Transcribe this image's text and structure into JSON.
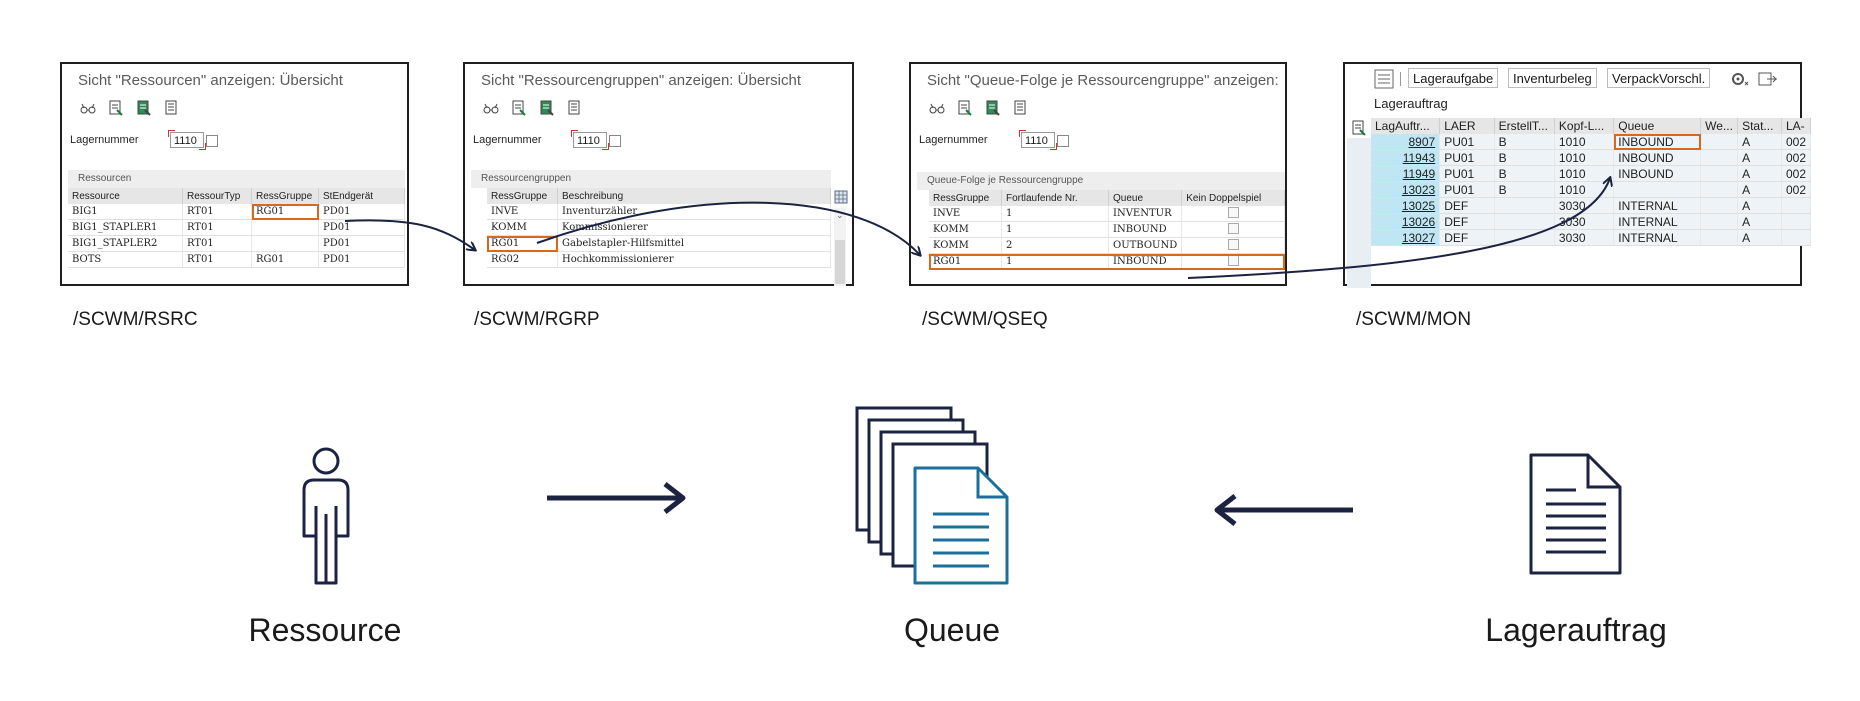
{
  "colors": {
    "dark": "#1c2340",
    "accent": "#d9681c",
    "queue_icon": "#1b6f9b"
  },
  "panels": {
    "rsrc": {
      "title": "Sicht \"Ressourcen\" anzeigen: Übersicht",
      "lagernummer_label": "Lagernummer",
      "lagernummer_value": "1110",
      "section": "Ressourcen",
      "columns": [
        "Ressource",
        "RessourTyp",
        "RessGruppe",
        "StEndgerät"
      ],
      "rows": [
        [
          "BIG1",
          "RT01",
          "RG01",
          "PD01"
        ],
        [
          "BIG1_STAPLER1",
          "RT01",
          "",
          "PD01"
        ],
        [
          "BIG1_STAPLER2",
          "RT01",
          "",
          "PD01"
        ],
        [
          "BOTS",
          "RT01",
          "RG01",
          "PD01"
        ]
      ]
    },
    "rgrp": {
      "title": "Sicht \"Ressourcengruppen\" anzeigen: Übersicht",
      "lagernummer_label": "Lagernummer",
      "lagernummer_value": "1110",
      "section": "Ressourcengruppen",
      "columns": [
        "RessGruppe",
        "Beschreibung"
      ],
      "rows": [
        [
          "INVE",
          "Inventurzähler"
        ],
        [
          "KOMM",
          "Kommissionierer"
        ],
        [
          "RG01",
          "Gabelstapler-Hilfsmittel"
        ],
        [
          "RG02",
          "Hochkommissionierer"
        ]
      ]
    },
    "qseq": {
      "title": "Sicht \"Queue-Folge je Ressourcengruppe\" anzeigen:",
      "lagernummer_label": "Lagernummer",
      "lagernummer_value": "1110",
      "section": "Queue-Folge je Ressourcengruppe",
      "columns": [
        "RessGruppe",
        "Fortlaufende Nr.",
        "Queue",
        "Kein Doppelspiel"
      ],
      "rows": [
        [
          "INVE",
          "1",
          "INVENTUR"
        ],
        [
          "KOMM",
          "1",
          "INBOUND"
        ],
        [
          "KOMM",
          "2",
          "OUTBOUND"
        ],
        [
          "RG01",
          "1",
          "INBOUND"
        ]
      ]
    },
    "mon": {
      "buttons": [
        "Lageraufgabe",
        "Inventurbeleg",
        "VerpackVorschl."
      ],
      "section": "Lagerauftrag",
      "columns": [
        "LagAuftr...",
        "LAER",
        "ErstellT...",
        "Kopf-L...",
        "Queue",
        "We...",
        "Stat...",
        "LA-"
      ],
      "rows": [
        [
          "8907",
          "PU01",
          "B",
          "1010",
          "INBOUND",
          "",
          "A",
          "002"
        ],
        [
          "11943",
          "PU01",
          "B",
          "1010",
          "INBOUND",
          "",
          "A",
          "002"
        ],
        [
          "11949",
          "PU01",
          "B",
          "1010",
          "INBOUND",
          "",
          "A",
          "002"
        ],
        [
          "13023",
          "PU01",
          "B",
          "1010",
          "",
          "",
          "A",
          "002"
        ],
        [
          "13025",
          "DEF",
          "",
          "3030",
          "INTERNAL",
          "",
          "A",
          ""
        ],
        [
          "13026",
          "DEF",
          "",
          "3030",
          "INTERNAL",
          "",
          "A",
          ""
        ],
        [
          "13027",
          "DEF",
          "",
          "3030",
          "INTERNAL",
          "",
          "A",
          ""
        ]
      ]
    }
  },
  "codes": [
    "/SCWM/RSRC",
    "/SCWM/RGRP",
    "/SCWM/QSEQ",
    "/SCWM/MON"
  ],
  "bottom_labels": {
    "ressource": "Ressource",
    "queue": "Queue",
    "lagerauftrag": "Lagerauftrag"
  },
  "icons": [
    "person-icon",
    "queue-documents-icon",
    "document-icon",
    "arrow-right-icon",
    "arrow-left-icon"
  ]
}
